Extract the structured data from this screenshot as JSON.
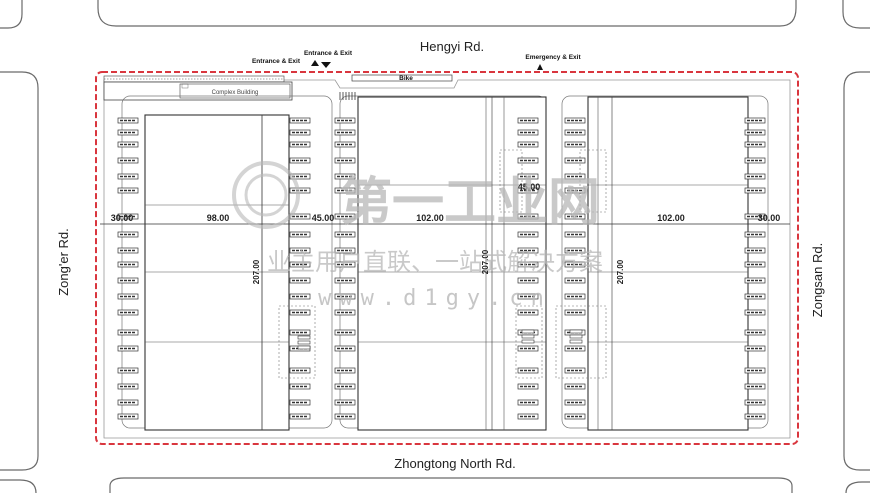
{
  "roads": {
    "north": "Hengyi Rd.",
    "south": "Zhongtong North Rd.",
    "west": "Zong'er Rd.",
    "east": "Zongsan Rd."
  },
  "labels": {
    "entrance_exit_1": "Entrance & Exit",
    "entrance_exit_2": "Entrance & Exit",
    "emergency_exit": "Emergency & Exit",
    "bike": "Bike",
    "complex_building": "Complex Building"
  },
  "dimensions": {
    "h1": "30.00",
    "h2": "98.00",
    "h3": "45.00",
    "h4": "102.00",
    "h5": "45.00",
    "h6": "102.00",
    "h7": "30.00",
    "v1": "207.00",
    "v2": "207.00",
    "v3": "207.00"
  },
  "watermark": {
    "title": "第一工业网",
    "slogan": "业主用户直联、一站式解决方案",
    "url": "www.d1gy.cn"
  },
  "colors": {
    "boundary": "#d9363e",
    "line": "#333333",
    "road": "#555555"
  }
}
